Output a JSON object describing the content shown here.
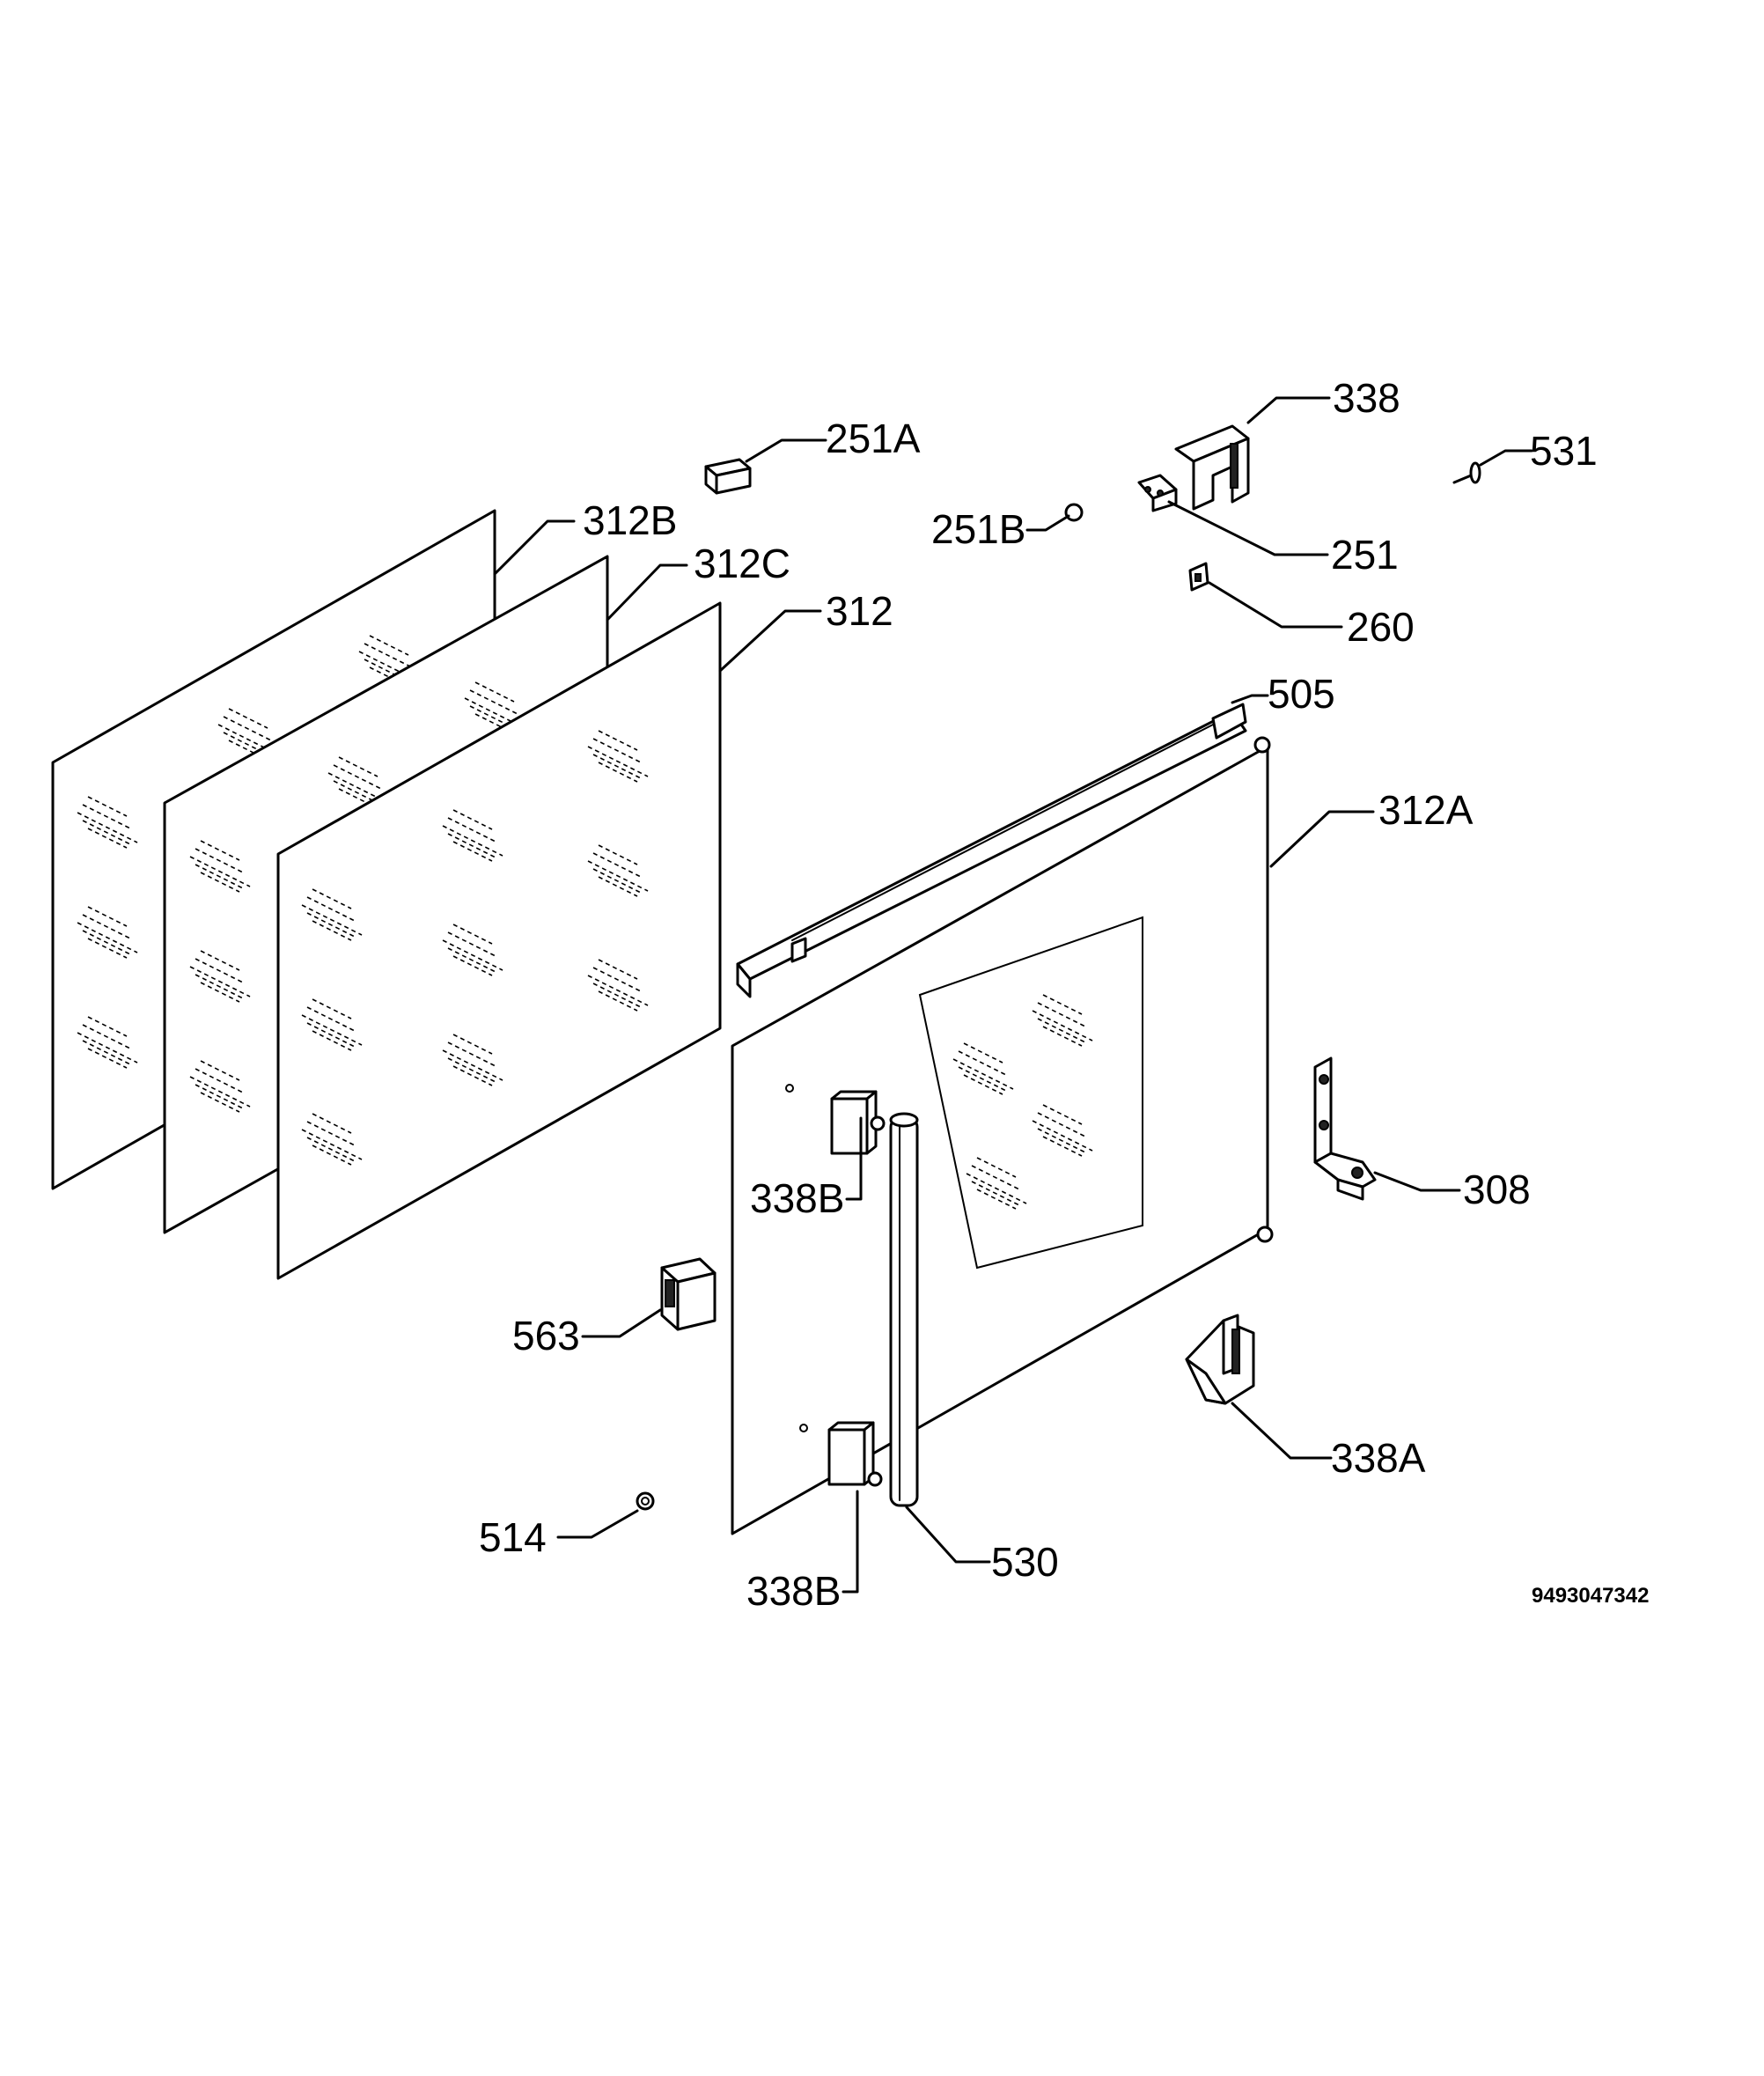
{
  "part_labels": {
    "p251A": "251A",
    "p338_top": "338",
    "p531": "531",
    "p251B": "251B",
    "p251": "251",
    "p260": "260",
    "p312B": "312B",
    "p312C": "312C",
    "p312": "312",
    "p505": "505",
    "p312A": "312A",
    "p308": "308",
    "p338B_upper": "338B",
    "p563": "563",
    "p338A": "338A",
    "p514": "514",
    "p530": "530",
    "p338B_lower": "338B"
  },
  "drawing_code": "9493047342"
}
